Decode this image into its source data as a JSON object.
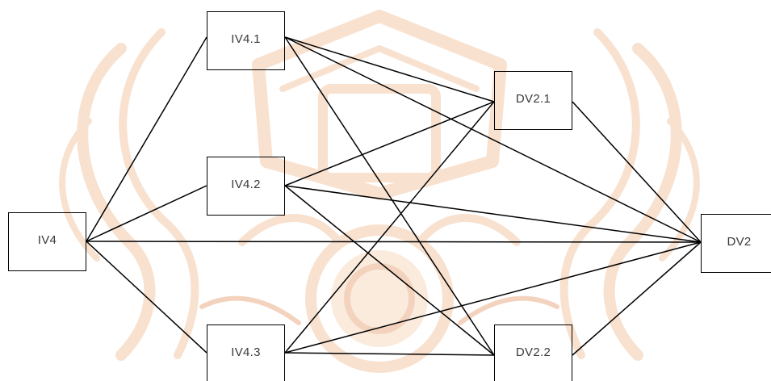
{
  "colors": {
    "line": "#000000",
    "box_border": "#000000",
    "label_text": "#3a3a3a",
    "watermark": "#f3c9a8",
    "watermark_dark": "#eab089",
    "watermark_center": "#f7dcc0"
  },
  "watermark": {
    "icon": "royal-emblem-seal"
  },
  "nodes": {
    "iv4": {
      "label": "IV4"
    },
    "iv4_1": {
      "label": "IV4.1"
    },
    "iv4_2": {
      "label": "IV4.2"
    },
    "iv4_3": {
      "label": "IV4.3"
    },
    "dv2_1": {
      "label": "DV2.1"
    },
    "dv2_2": {
      "label": "DV2.2"
    },
    "dv2": {
      "label": "DV2"
    }
  },
  "edges": [
    [
      "iv4",
      "iv4_1"
    ],
    [
      "iv4",
      "iv4_2"
    ],
    [
      "iv4",
      "iv4_3"
    ],
    [
      "iv4",
      "dv2"
    ],
    [
      "iv4_1",
      "dv2_1"
    ],
    [
      "iv4_1",
      "dv2"
    ],
    [
      "iv4_1",
      "dv2_2"
    ],
    [
      "iv4_2",
      "dv2_1"
    ],
    [
      "iv4_2",
      "dv2"
    ],
    [
      "iv4_2",
      "dv2_2"
    ],
    [
      "iv4_3",
      "dv2_1"
    ],
    [
      "iv4_3",
      "dv2"
    ],
    [
      "iv4_3",
      "dv2_2"
    ],
    [
      "dv2_1",
      "dv2"
    ],
    [
      "dv2_2",
      "dv2"
    ]
  ]
}
